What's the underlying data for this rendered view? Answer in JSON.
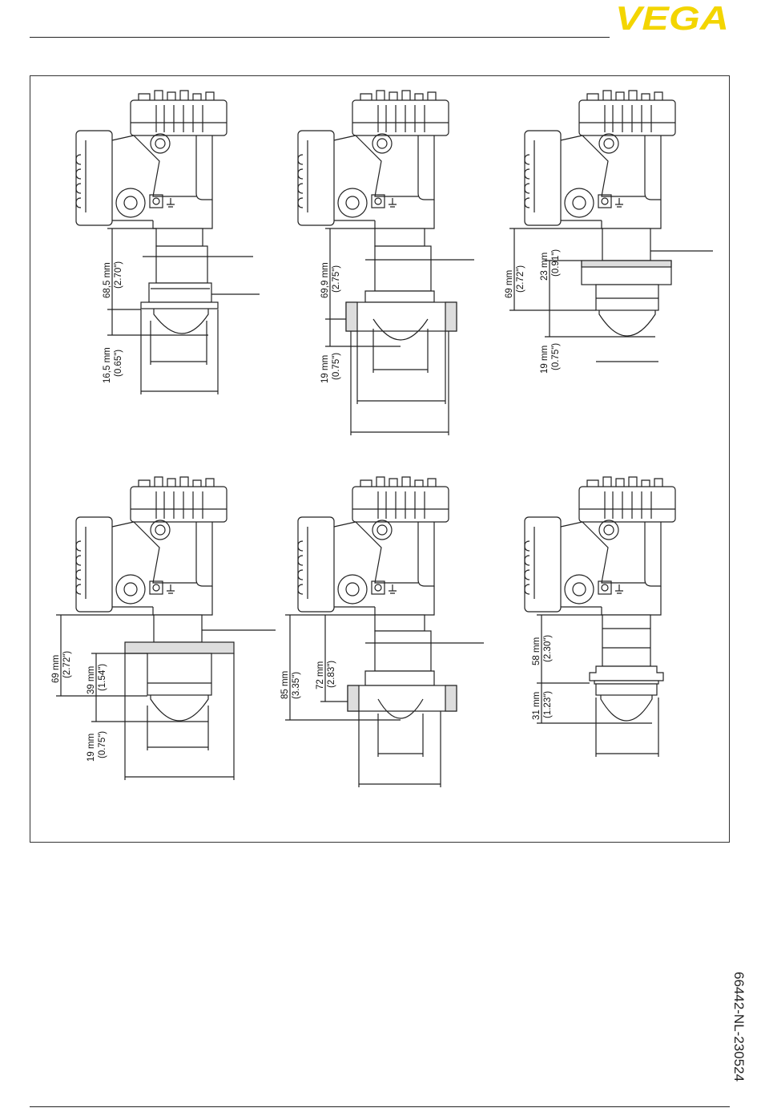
{
  "brand": {
    "name": "VEGA",
    "color": "#f3d500"
  },
  "drawings": [
    {
      "id": "d1",
      "dims": [
        {
          "mm": "68,5 mm",
          "inch": "(2.70\")"
        },
        {
          "mm": "16,5 mm",
          "inch": "(0.65\")"
        }
      ]
    },
    {
      "id": "d2",
      "dims": [
        {
          "mm": "69,9 mm",
          "inch": "(2.75\")"
        },
        {
          "mm": "19 mm",
          "inch": "(0.75\")"
        }
      ]
    },
    {
      "id": "d3",
      "dims": [
        {
          "mm": "69 mm",
          "inch": "(2.72\")"
        },
        {
          "mm": "23 mm",
          "inch": "(0.91\")"
        },
        {
          "mm": "19 mm",
          "inch": "(0.75\")"
        }
      ]
    },
    {
      "id": "d4",
      "dims": [
        {
          "mm": "69 mm",
          "inch": "(2.72\")"
        },
        {
          "mm": "39 mm",
          "inch": "(1.54\")"
        },
        {
          "mm": "19 mm",
          "inch": "(0.75\")"
        }
      ]
    },
    {
      "id": "d5",
      "dims": [
        {
          "mm": "85 mm",
          "inch": "(3.35\")"
        },
        {
          "mm": "72 mm",
          "inch": "(2.83\")"
        }
      ]
    },
    {
      "id": "d6",
      "dims": [
        {
          "mm": "58 mm",
          "inch": "(2.30\")"
        },
        {
          "mm": "31 mm",
          "inch": "(1.23\")"
        }
      ]
    }
  ],
  "document_code": "66442-NL-230524"
}
